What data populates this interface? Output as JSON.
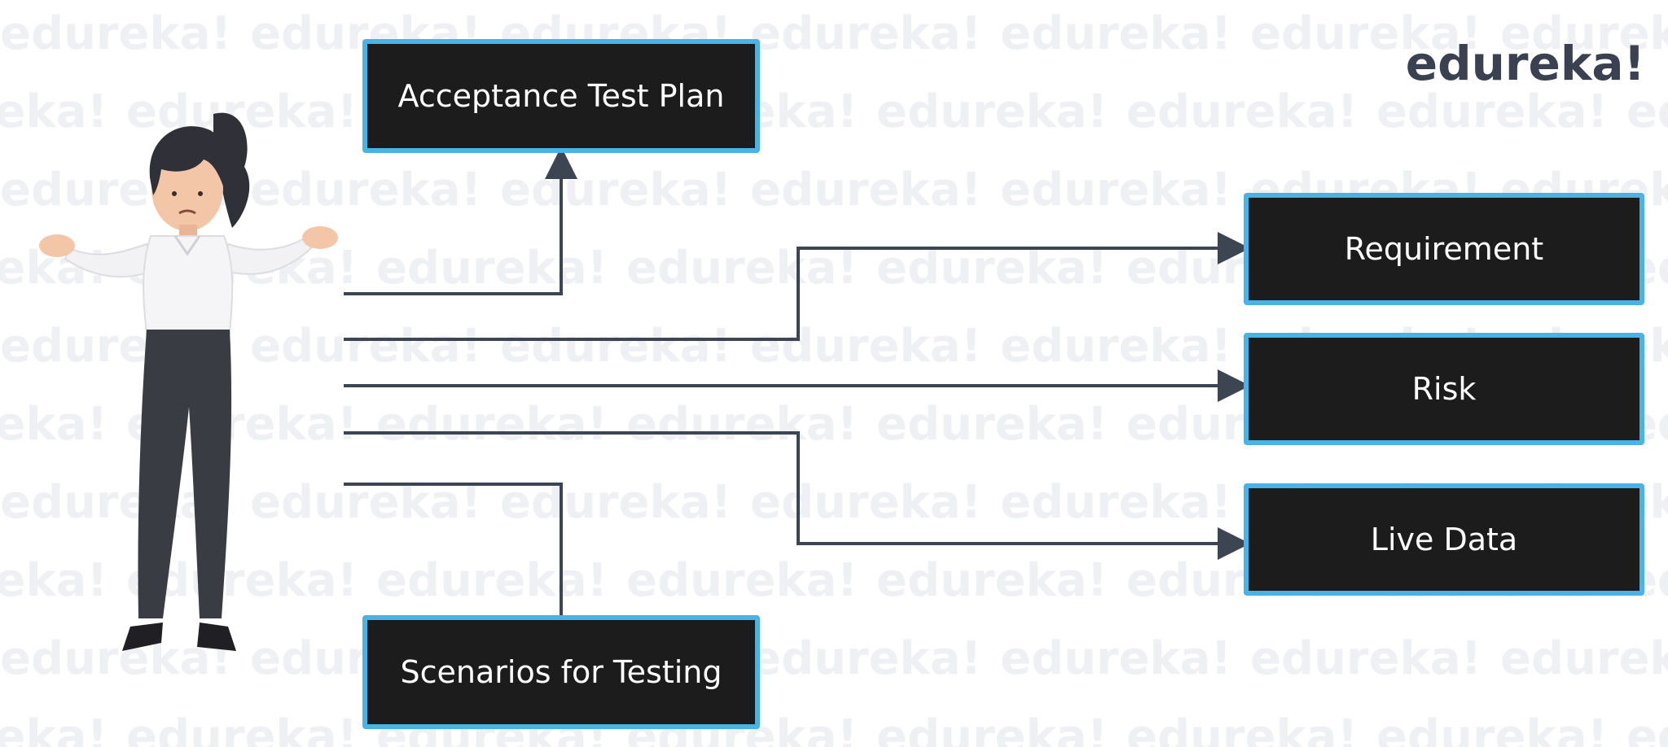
{
  "logo": {
    "text": "edureka!"
  },
  "watermark": {
    "text": "edureka!",
    "color": "#eef0f4"
  },
  "colors": {
    "box_fill": "#1c1c1c",
    "box_border": "#49b3e6",
    "connector": "#3d4452"
  },
  "diagram": {
    "nodes": {
      "acceptance_test_plan": "Acceptance Test Plan",
      "requirement": "Requirement",
      "risk": "Risk",
      "live_data": "Live Data",
      "scenarios_for_testing": "Scenarios for Testing"
    },
    "edges": [
      {
        "from": "person",
        "to": "acceptance_test_plan",
        "arrow": true
      },
      {
        "from": "person",
        "to": "requirement",
        "arrow": true
      },
      {
        "from": "person",
        "to": "risk",
        "arrow": true
      },
      {
        "from": "person",
        "to": "live_data",
        "arrow": true
      },
      {
        "from": "person",
        "to": "scenarios_for_testing",
        "arrow": false
      }
    ]
  }
}
